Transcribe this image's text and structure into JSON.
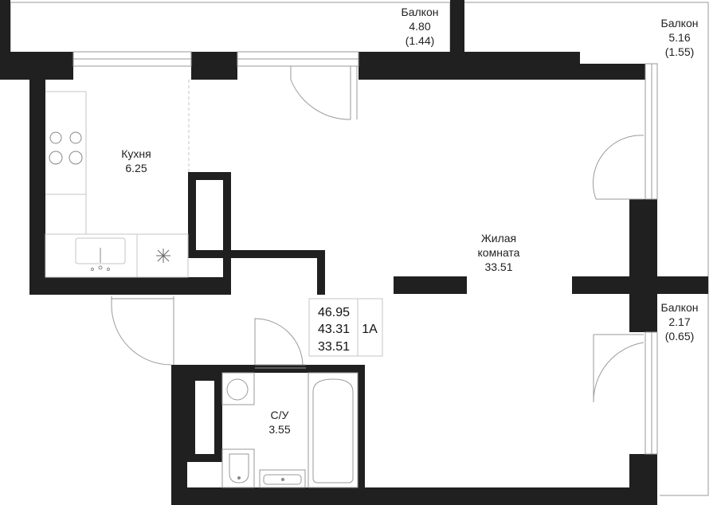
{
  "colors": {
    "wall": "#202020",
    "line": "#9a9a9a",
    "thin": "#c4c4c4",
    "bg": "#ffffff"
  },
  "rooms": {
    "balcony_top": {
      "name": "Балкон",
      "area": "4.80",
      "extra": "(1.44)"
    },
    "balcony_right": {
      "name": "Балкон",
      "area": "5.16",
      "extra": "(1.55)"
    },
    "balcony_small": {
      "name": "Балкон",
      "area": "2.17",
      "extra": "(0.65)"
    },
    "kitchen": {
      "name": "Кухня",
      "area": "6.25"
    },
    "living": {
      "name_line1": "Жилая",
      "name_line2": "комната",
      "area": "33.51"
    },
    "bath": {
      "name": "С/У",
      "area": "3.55"
    }
  },
  "summary": {
    "total": "46.95",
    "living_total": "43.31",
    "living": "33.51",
    "type": "1А"
  }
}
